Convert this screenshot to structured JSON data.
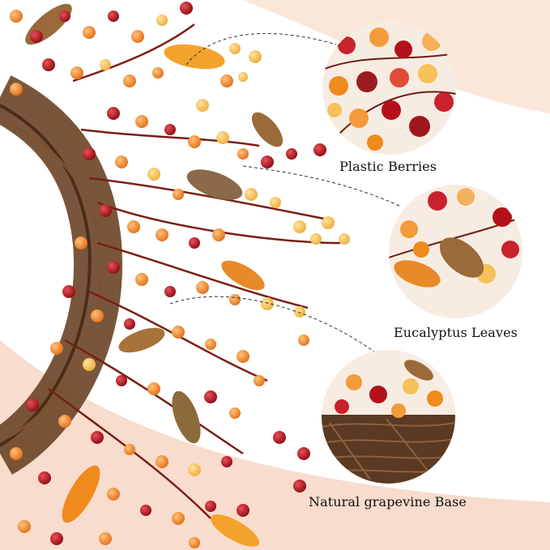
{
  "callouts": [
    {
      "label": "Plastic Berries",
      "icon": "berries-closeup"
    },
    {
      "label": "Eucalyptus Leaves",
      "icon": "leaves-closeup"
    },
    {
      "label": "Natural grapevine Base",
      "icon": "grapevine-closeup"
    }
  ],
  "colors": {
    "background": "#ffffff",
    "peach": "#f8dccd",
    "berry_red": "#b3121b",
    "berry_orange": "#f08a1c",
    "berry_yellow": "#f6c15a",
    "vine": "#5a3a22",
    "leaf": "#9b6a3a"
  }
}
